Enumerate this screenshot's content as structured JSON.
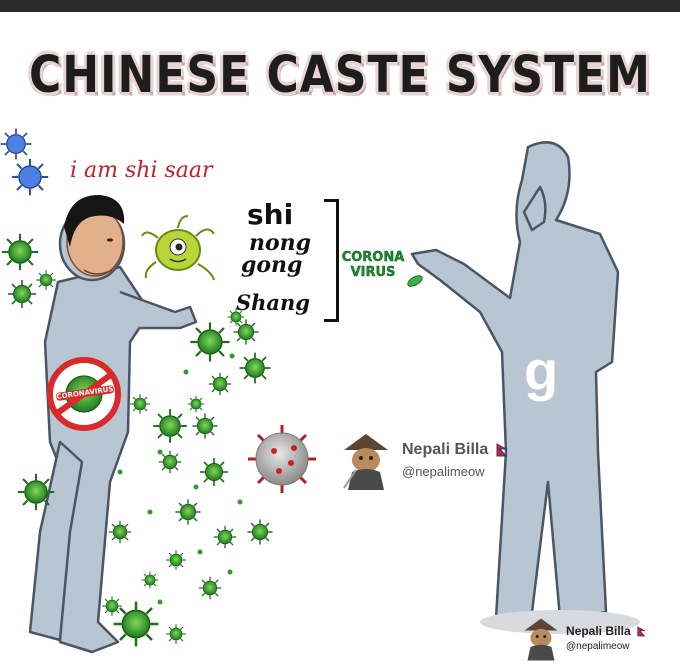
{
  "meme": {
    "title": "CHINESE CASTE SYSTEM",
    "caption": "i am shi saar",
    "hierarchy": [
      "shi",
      "nong",
      "gong",
      "Shang"
    ],
    "pointer_label": [
      "CORONA",
      "VIRUS"
    ],
    "badge_text": "CORONAVIRUS",
    "stray_letter": "g"
  },
  "watermark": {
    "name": "Nepali Billa",
    "handle": "@nepalimeow"
  },
  "colors": {
    "figure_fill": "#b8c6d3",
    "figure_stroke": "#4a5663",
    "virus_green": "#2f9b2f",
    "virus_dark": "#155d16",
    "badge_red": "#d82a2a",
    "caption_red": "#c81e2c"
  }
}
